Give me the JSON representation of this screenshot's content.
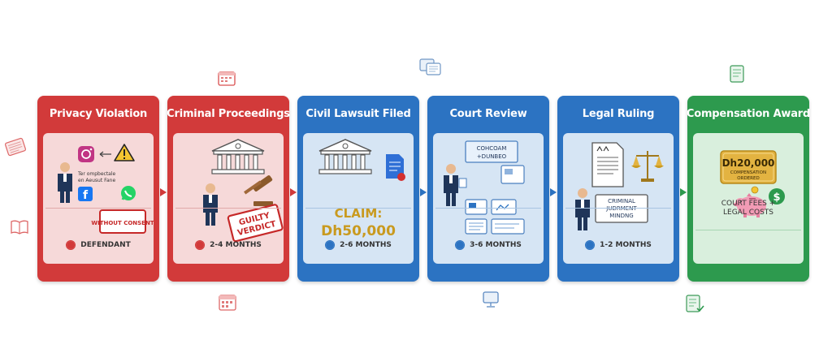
{
  "stages": [
    {
      "title": "Privacy Violation",
      "footer": "DEFENDANT",
      "badge": "WITHOUT CONSENT",
      "note_lines": [
        "Ter ompbectale",
        "en Aeusut Fane"
      ],
      "color": "red"
    },
    {
      "title": "Criminal Proceedings",
      "footer": "2-4 MONTHS",
      "stamp_lines": [
        "GUILTY",
        "VERDICT"
      ],
      "color": "red"
    },
    {
      "title": "Civil Lawsuit Filed",
      "footer": "2-6 MONTHS",
      "claim_label": "CLAIM:",
      "claim_amount": "Dh50,000",
      "color": "blue"
    },
    {
      "title": "Court Review",
      "footer": "3-6 MONTHS",
      "board_lines": [
        "COHCOAM",
        "+DUNBEO"
      ],
      "color": "blue"
    },
    {
      "title": "Legal Ruling",
      "footer": "1-2 MONTHS",
      "judgment_lines": [
        "CRIMINAL",
        "JUDRMENT",
        "MINDNG"
      ],
      "color": "blue"
    },
    {
      "title": "Compensation Award",
      "footer_lines": [
        "COURT FEES +",
        "LEGAL COSTS"
      ],
      "award_amount": "Dh20,000",
      "award_lines": [
        "COMPENSATION",
        "ORDERED"
      ],
      "color": "green"
    }
  ],
  "colors": {
    "red": "#d23a3a",
    "blue": "#2c73c2",
    "green": "#2d9a4e",
    "gold": "#e3b341"
  },
  "icons": [
    "instagram-icon",
    "facebook-icon",
    "whatsapp-icon",
    "warning-icon",
    "courthouse-icon",
    "gavel-icon",
    "document-icon",
    "scales-icon",
    "piggy-bank-icon",
    "dollar-coin-icon",
    "clock-icon",
    "person-icon"
  ]
}
